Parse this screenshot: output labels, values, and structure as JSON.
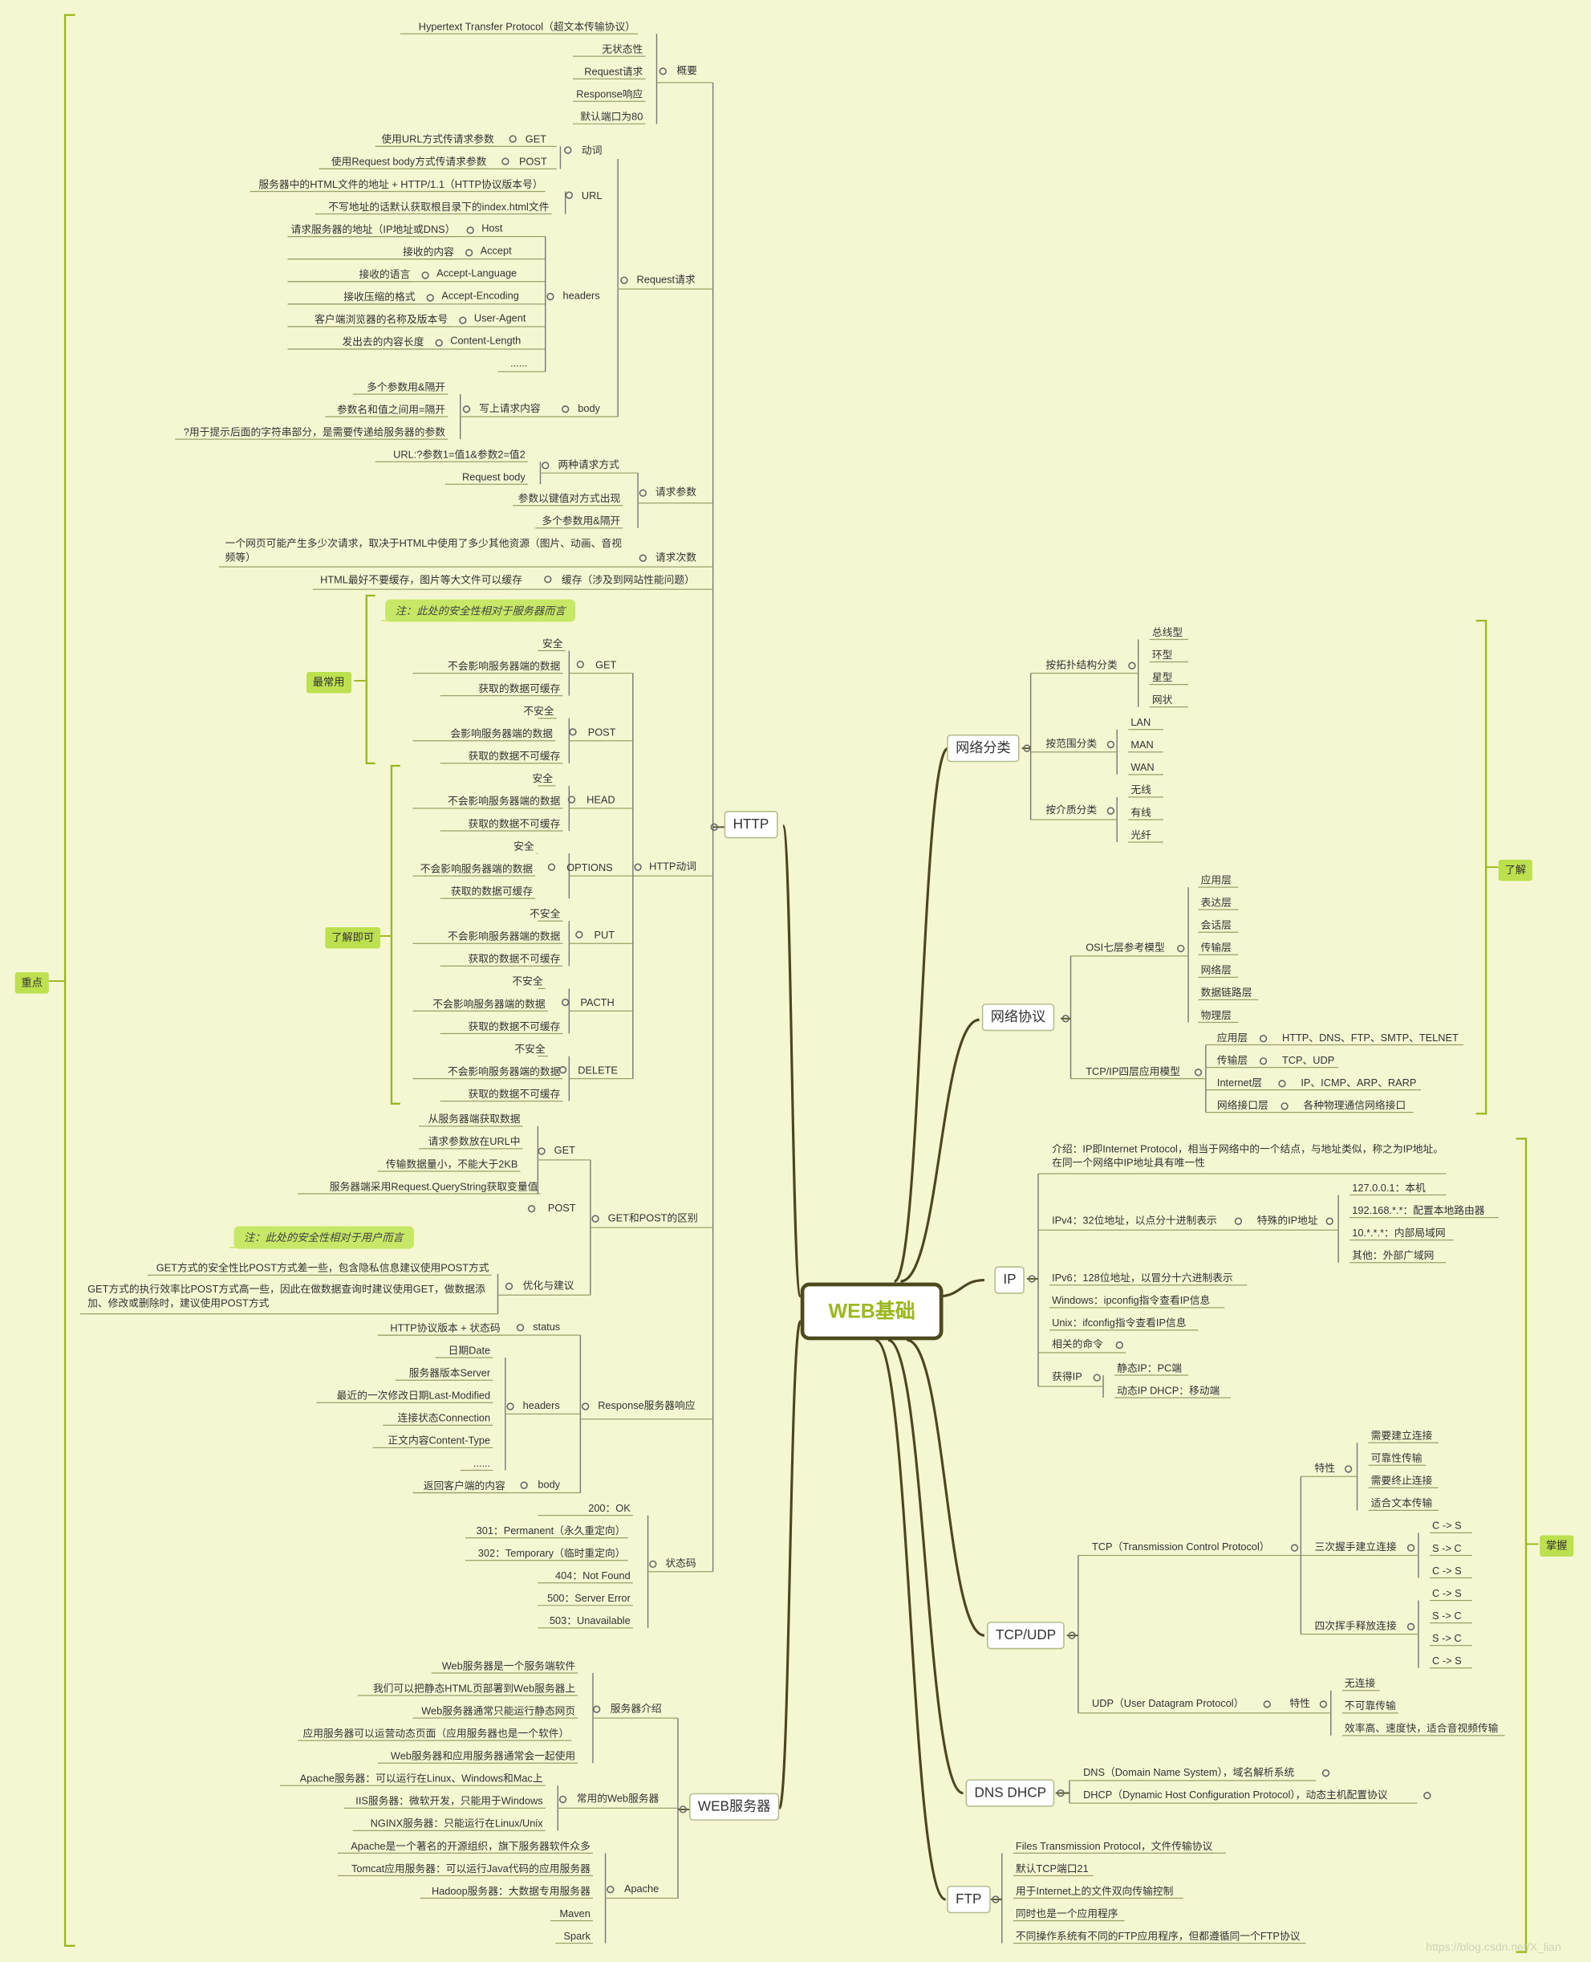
{
  "root": "WEB基础",
  "http": {
    "label": "HTTP",
    "overview": {
      "label": "概要",
      "items": [
        "Hypertext Transfer Protocol（超文本传输协议）",
        "无状态性",
        "Request请求",
        "Response响应",
        "默认端口为80"
      ]
    },
    "request": {
      "label": "Request请求",
      "verb": {
        "label": "动词",
        "get": "GET",
        "get_desc": "使用URL方式传请求参数",
        "post": "POST",
        "post_desc": "使用Request body方式传请求参数"
      },
      "url": {
        "label": "URL",
        "items": [
          "服务器中的HTML文件的地址 + HTTP/1.1（HTTP协议版本号）",
          "不写地址的话默认获取根目录下的index.html文件"
        ]
      },
      "headers": {
        "label": "headers",
        "items": [
          {
            "key": "Host",
            "desc": "请求服务器的地址（IP地址或DNS）"
          },
          {
            "key": "Accept",
            "desc": "接收的内容"
          },
          {
            "key": "Accept-Language",
            "desc": "接收的语言"
          },
          {
            "key": "Accept-Encoding",
            "desc": "接收压缩的格式"
          },
          {
            "key": "User-Agent",
            "desc": "客户端浏览器的名称及版本号"
          },
          {
            "key": "Content-Length",
            "desc": "发出去的内容长度"
          },
          {
            "key": "......",
            "desc": ""
          }
        ]
      },
      "body": {
        "label": "body",
        "sub": "写上请求内容",
        "items": [
          "多个参数用&隔开",
          "参数名和值之间用=隔开",
          "?用于提示后面的字符串部分，是需要传递给服务器的参数"
        ]
      }
    },
    "params": {
      "label": "请求参数",
      "two_ways": "两种请求方式",
      "url_form": "URL:?参数1=值1&参数2=值2",
      "req_body": "Request body",
      "kv": "参数以键值对方式出现",
      "multi": "多个参数用&隔开"
    },
    "count": {
      "label": "请求次数",
      "desc": "一个网页可能产生多少次请求，取决于HTML中使用了多少其他资源（图片、动画、音视频等）"
    },
    "cache": {
      "label": "缓存（涉及到网站性能问题）",
      "desc": "HTML最好不要缓存，图片等大文件可以缓存"
    },
    "note_server": "注：此处的安全性相对于服务器而言",
    "tag_common": "最常用",
    "tag_know": "了解即可",
    "methods_label": "HTTP动词",
    "methods": [
      {
        "name": "GET",
        "safety": "安全",
        "impact": "不会影响服务器端的数据",
        "cache": "获取的数据可缓存"
      },
      {
        "name": "POST",
        "safety": "不安全",
        "impact": "会影响服务器端的数据",
        "cache": "获取的数据不可缓存"
      },
      {
        "name": "HEAD",
        "safety": "安全",
        "impact": "不会影响服务器端的数据",
        "cache": "获取的数据不可缓存"
      },
      {
        "name": "OPTIONS",
        "safety": "安全",
        "impact": "不会影响服务器端的数据",
        "cache": "获取的数据可缓存"
      },
      {
        "name": "PUT",
        "safety": "不安全",
        "impact": "不会影响服务器端的数据",
        "cache": "获取的数据不可缓存"
      },
      {
        "name": "PACTH",
        "safety": "不安全",
        "impact": "不会影响服务器端的数据",
        "cache": "获取的数据不可缓存"
      },
      {
        "name": "DELETE",
        "safety": "不安全",
        "impact": "不会影响服务器端的数据",
        "cache": "获取的数据不可缓存"
      }
    ],
    "getpost": {
      "label": "GET和POST的区别",
      "get": "GET",
      "get_items": [
        "从服务器端获取数据",
        "请求参数放在URL中",
        "传输数据量小，不能大于2KB",
        "服务器端采用Request.QueryString获取变量值"
      ],
      "post": "POST",
      "note_user": "注：此处的安全性相对于用户而言",
      "optimize": "优化与建议",
      "opt_items": [
        "GET方式的安全性比POST方式差一些，包含隐私信息建议使用POST方式",
        "GET方式的执行效率比POST方式高一些，因此在做数据查询时建议使用GET，做数据添加、修改或删除时，建议使用POST方式"
      ]
    },
    "response": {
      "label": "Response服务器响应",
      "status": "status",
      "status_desc": "HTTP协议版本 + 状态码",
      "headers": "headers",
      "header_items": [
        "日期Date",
        "服务器版本Server",
        "最近的一次修改日期Last-Modified",
        "连接状态Connection",
        "正文内容Content-Type",
        "......"
      ],
      "body": "body",
      "body_desc": "返回客户端的内容"
    },
    "codes": {
      "label": "状态码",
      "items": [
        "200：OK",
        "301：Permanent（永久重定向）",
        "302：Temporary（临时重定向）",
        "404：Not Found",
        "500：Server Error",
        "503：Unavailable"
      ]
    }
  },
  "webserver": {
    "label": "WEB服务器",
    "intro": {
      "label": "服务器介绍",
      "items": [
        "Web服务器是一个服务端软件",
        "我们可以把静态HTML页部署到Web服务器上",
        "Web服务器通常只能运行静态网页",
        "应用服务器可以运营动态页面（应用服务器也是一个软件）",
        "Web服务器和应用服务器通常会一起使用"
      ]
    },
    "common": {
      "label": "常用的Web服务器",
      "items": [
        "Apache服务器：可以运行在Linux、Windows和Mac上",
        "IIS服务器：微软开发，只能用于Windows",
        "NGINX服务器：只能运行在Linux/Unix"
      ]
    },
    "apache": {
      "label": "Apache",
      "items": [
        "Apache是一个著名的开源组织，旗下服务器软件众多",
        "Tomcat应用服务器：可以运行Java代码的应用服务器",
        "Hadoop服务器：大数据专用服务器",
        "Maven",
        "Spark"
      ]
    }
  },
  "left_tag": "重点",
  "right_tag_know": "了解",
  "right_tag_master": "掌握",
  "network_class": {
    "label": "网络分类",
    "topology": {
      "label": "按拓扑结构分类",
      "items": [
        "总线型",
        "环型",
        "星型",
        "网状"
      ]
    },
    "range": {
      "label": "按范围分类",
      "items": [
        "LAN",
        "MAN",
        "WAN"
      ]
    },
    "medium": {
      "label": "按介质分类",
      "items": [
        "无线",
        "有线",
        "光纤"
      ]
    }
  },
  "protocol": {
    "label": "网络协议",
    "osi": {
      "label": "OSI七层参考模型",
      "items": [
        "应用层",
        "表达层",
        "会话层",
        "传输层",
        "网络层",
        "数据链路层",
        "物理层"
      ]
    },
    "tcpip": {
      "label": "TCP/IP四层应用模型",
      "items": [
        {
          "layer": "应用层",
          "desc": "HTTP、DNS、FTP、SMTP、TELNET"
        },
        {
          "layer": "传输层",
          "desc": "TCP、UDP"
        },
        {
          "layer": "Internet层",
          "desc": "IP、ICMP、ARP、RARP"
        },
        {
          "layer": "网络接口层",
          "desc": "各种物理通信网络接口"
        }
      ]
    }
  },
  "ip": {
    "label": "IP",
    "intro": "介绍：IP即Internet Protocol，相当于网络中的一个结点，与地址类似，称之为IP地址。在同一个网络中IP地址具有唯一性",
    "ipv4": "IPv4：32位地址，以点分十进制表示",
    "special": "特殊的IP地址",
    "special_items": [
      "127.0.0.1：本机",
      "192.168.*.*：配置本地路由器",
      "10.*.*.*：内部局域网",
      "其他：外部广域网"
    ],
    "ipv6": "IPv6：128位地址，以冒分十六进制表示",
    "windows": "Windows：ipconfig指令查看IP信息",
    "unix": "Unix：ifconfig指令查看IP信息",
    "cmds": "相关的命令",
    "get": "获得IP",
    "static": "静态IP：PC端",
    "dynamic": "动态IP DHCP：移动端"
  },
  "tcpudp": {
    "label": "TCP/UDP",
    "tcp": "TCP（Transmission Control Protocol）",
    "tcp_feature": "特性",
    "tcp_feature_items": [
      "需要建立连接",
      "可靠性传输",
      "需要终止连接",
      "适合文本传输"
    ],
    "handshake": "三次握手建立连接",
    "handshake_items": [
      "C -> S",
      "S -> C",
      "C -> S"
    ],
    "wave": "四次挥手释放连接",
    "wave_items": [
      "C -> S",
      "S -> C",
      "S -> C",
      "C -> S"
    ],
    "udp": "UDP（User Datagram Protocol）",
    "udp_feature": "特性",
    "udp_items": [
      "无连接",
      "不可靠传输",
      "效率高、速度快，适合音视频传输"
    ]
  },
  "dns": {
    "label": "DNS DHCP",
    "dns": "DNS（Domain Name System），域名解析系统",
    "dhcp": "DHCP（Dynamic Host Configuration Protocol），动态主机配置协议"
  },
  "ftp": {
    "label": "FTP",
    "items": [
      "Files Transmission Protocol，文件传输协议",
      "默认TCP端口21",
      "用于Internet上的文件双向传输控制",
      "同时也是一个应用程序",
      "不同操作系统有不同的FTP应用程序，但都遵循同一个FTP协议"
    ]
  },
  "watermark": "https://blog.csdn.net/X_lian"
}
